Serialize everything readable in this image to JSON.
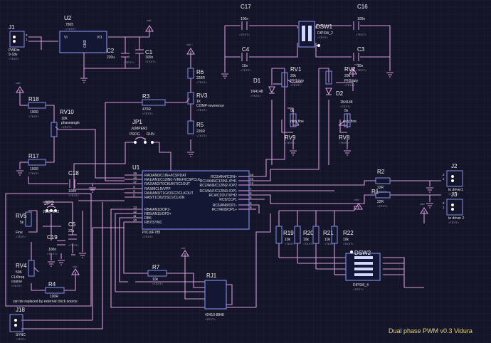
{
  "title": "Dual phase PWM v0.3  Vidura",
  "placeholder": "<TEXT>",
  "labels": {
    "vdd": "vdd",
    "note": "can be replaced by external clock source",
    "prog": "PROG",
    "run": "RUN",
    "vi": "VI",
    "vo": "VO",
    "gnd": "GND"
  },
  "components": {
    "J1": {
      "ref": "J1",
      "value": "PWRin",
      "value2": "9-18v"
    },
    "U2": {
      "ref": "U2",
      "value": "7805"
    },
    "C2": {
      "ref": "C2",
      "value": "220u"
    },
    "C1": {
      "ref": "C1",
      "value": "100n"
    },
    "C17": {
      "ref": "C17",
      "value": "100n"
    },
    "C16": {
      "ref": "C16",
      "value": "100n"
    },
    "C4": {
      "ref": "C4",
      "value": "10n"
    },
    "C3": {
      "ref": "C3",
      "value": "10n"
    },
    "DSW1": {
      "ref": "DSW1",
      "value": "DIPSW_2"
    },
    "R6": {
      "ref": "R6",
      "value": "220R"
    },
    "RV3": {
      "ref": "RV3",
      "value": "1K",
      "value2": "COMP-reverence"
    },
    "R5": {
      "ref": "R5",
      "value": "220R"
    },
    "R3": {
      "ref": "R3",
      "value": "470R"
    },
    "JP1": {
      "ref": "JP1",
      "value": "JUMPER2"
    },
    "D1": {
      "ref": "D1",
      "value": "1N4148"
    },
    "RV1": {
      "ref": "RV1",
      "value": "20k",
      "value2": "PH1duty"
    },
    "RV9": {
      "ref": "RV9",
      "value": "5k",
      "value2": "duty fine"
    },
    "RV2": {
      "ref": "RV2",
      "value": "20k",
      "value2": "PH2duty"
    },
    "D2": {
      "ref": "D2",
      "value": "1N4148"
    },
    "RV8": {
      "ref": "RV8",
      "value": "5k",
      "value2": "duty fine"
    },
    "R18": {
      "ref": "R18",
      "value": "100R"
    },
    "RV10": {
      "ref": "RV10",
      "value": "10K",
      "value2": "phaseangle"
    },
    "R17": {
      "ref": "R17",
      "value": "100R"
    },
    "C18": {
      "ref": "C18",
      "value": "100n"
    },
    "U1": {
      "ref": "U1",
      "value": "PIC16F785"
    },
    "R2": {
      "ref": "R2",
      "value": "22R"
    },
    "R1": {
      "ref": "R1",
      "value": "22R"
    },
    "J2": {
      "ref": "J2",
      "value": "to driver1"
    },
    "J3": {
      "ref": "J3",
      "value": "to driver 2"
    },
    "JP2": {
      "ref": "JP2",
      "value": "JUMPER2"
    },
    "RV5": {
      "ref": "RV5",
      "value": "5k",
      "value2": "Fine"
    },
    "C5": {
      "ref": "C5",
      "value": "22p"
    },
    "C19": {
      "ref": "C19",
      "value": "100n"
    },
    "RV4": {
      "ref": "RV4",
      "value": "50K",
      "value2": "CLKfreq",
      "value3": "coarse"
    },
    "R4": {
      "ref": "R4",
      "value": "100R"
    },
    "R19": {
      "ref": "R19",
      "value": "10k"
    },
    "R20": {
      "ref": "R20",
      "value": "10k"
    },
    "R21": {
      "ref": "R21",
      "value": "10k"
    },
    "R22": {
      "ref": "R22",
      "value": "10k"
    },
    "DSW2": {
      "ref": "DSW2",
      "value": "DIPSW_4"
    },
    "R7": {
      "ref": "R7",
      "value": "10k"
    },
    "RJ1": {
      "ref": "RJ1",
      "value": "42410-8848"
    },
    "J18": {
      "ref": "J18",
      "value": "SYNC"
    }
  },
  "u1_pins_left": [
    {
      "num": "19",
      "name": "RA0/AN0/C1IN+/ICSPDAT"
    },
    {
      "num": "18",
      "name": "RA1/AN1/C12IN0-/VREF/ICSPCLK"
    },
    {
      "num": "17",
      "name": "RA2/AN2/T0CKI/INT/C1OUT"
    },
    {
      "num": "4",
      "name": "RA3/MCLR/VPP"
    },
    {
      "num": "3",
      "name": "RA4/AN3/T1G/OSC2/CLKOUT"
    },
    {
      "num": "2",
      "name": "RA5/T1CKI/OSC1/CLKIN"
    },
    {
      "num": "13",
      "name": "RB4/AN10/OP2-"
    },
    {
      "num": "12",
      "name": "RB5/AN11/OP2+"
    },
    {
      "num": "11",
      "name": "RB6"
    },
    {
      "num": "10",
      "name": "RB7/SYNC"
    }
  ],
  "u1_pins_right": [
    {
      "num": "16",
      "name": "RC0/AN4/C2IN+"
    },
    {
      "num": "15",
      "name": "RC1/AN5/C12IN1-/PH1"
    },
    {
      "num": "14",
      "name": "RC2/AN6/C12IN2-/OP2"
    },
    {
      "num": "7",
      "name": "RC3/AN7/C12IN3-/OP1"
    },
    {
      "num": "6",
      "name": "RC4/C2OUT/PH2"
    },
    {
      "num": "5",
      "name": "RC5/CCP1"
    },
    {
      "num": "8",
      "name": "RC6/AN8/OP1-"
    },
    {
      "num": "9",
      "name": "RC7/AN9/OP1+"
    }
  ]
}
